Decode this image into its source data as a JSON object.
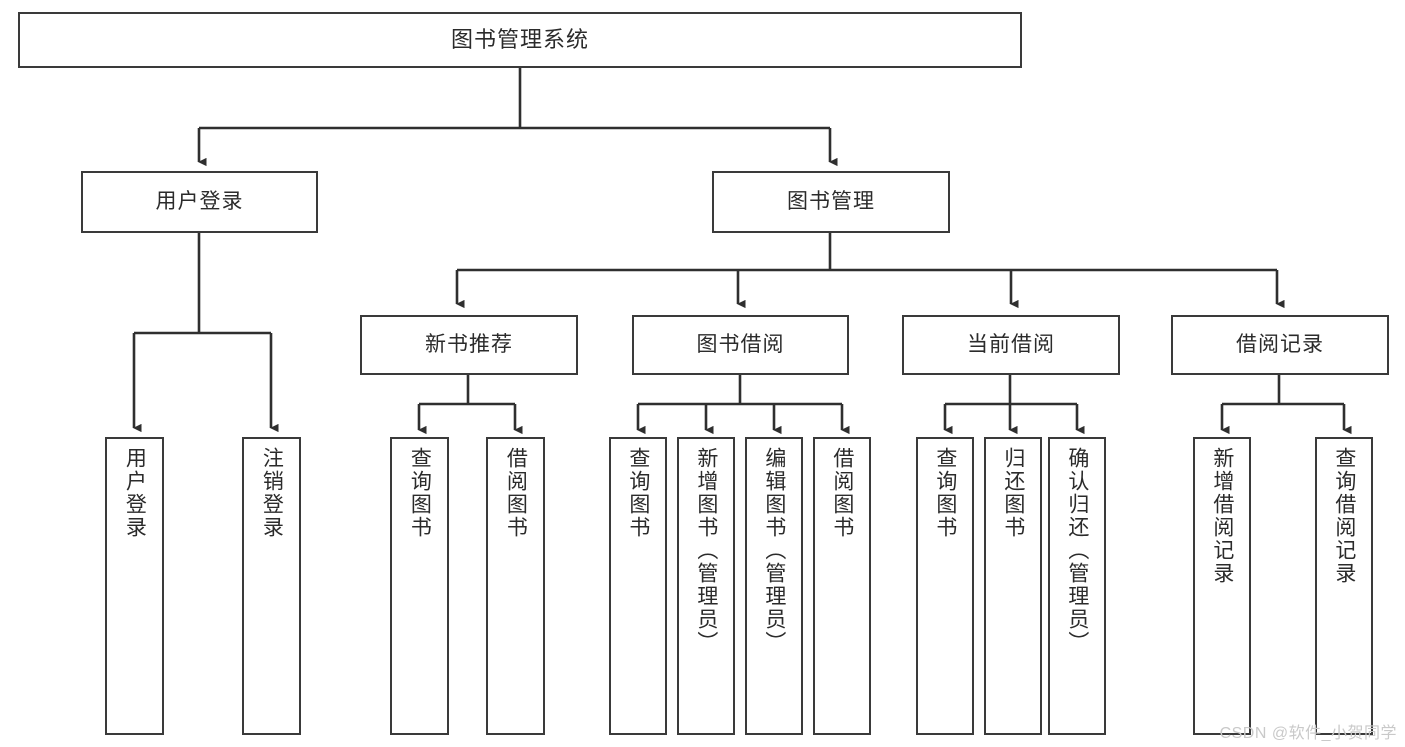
{
  "diagram": {
    "title": "图书管理系统",
    "type": "tree",
    "watermark": "CSDN @软件_小贺同学",
    "colors": {
      "box_border": "#3a3a3a",
      "box_fill": "#ffffff",
      "connector": "#2f2f2f",
      "text": "#2b2b2b",
      "watermark": "#c9c9c9"
    },
    "root": {
      "label": "图书管理系统"
    },
    "level2": [
      {
        "label": "用户登录"
      },
      {
        "label": "图书管理"
      }
    ],
    "level3": [
      {
        "label": "新书推荐"
      },
      {
        "label": "图书借阅"
      },
      {
        "label": "当前借阅"
      },
      {
        "label": "借阅记录"
      }
    ],
    "leaves": {
      "user_login": [
        {
          "label": "用户登录"
        },
        {
          "label": "注销登录"
        }
      ],
      "new_book_recommend": [
        {
          "label": "查询图书"
        },
        {
          "label": "借阅图书"
        }
      ],
      "book_borrow": [
        {
          "label": "查询图书"
        },
        {
          "label": "新增图书（管理员）"
        },
        {
          "label": "编辑图书（管理员）"
        },
        {
          "label": "借阅图书"
        }
      ],
      "current_borrow": [
        {
          "label": "查询图书"
        },
        {
          "label": "归还图书"
        },
        {
          "label": "确认归还（管理员）"
        }
      ],
      "borrow_record": [
        {
          "label": "新增借阅记录"
        },
        {
          "label": "查询借阅记录"
        }
      ]
    }
  }
}
